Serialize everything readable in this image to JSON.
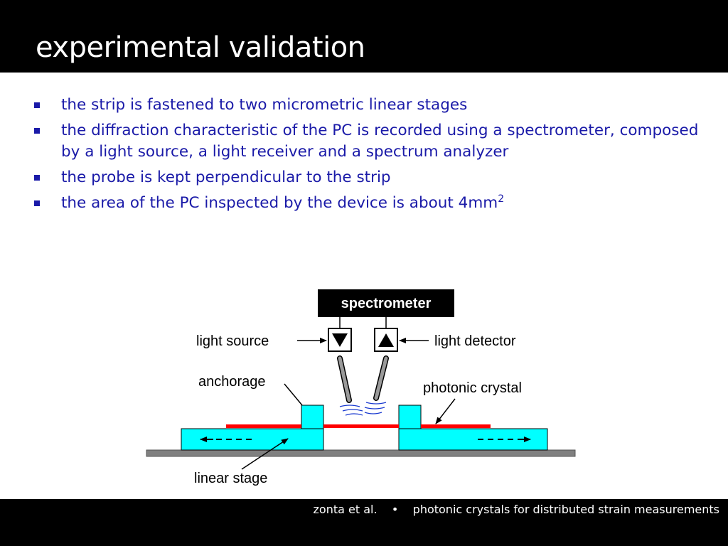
{
  "slide": {
    "title": "experimental validation",
    "bullets": [
      "the strip is fastened to two micrometric linear stages",
      "the diffraction characteristic of the PC is recorded using a spectrometer, composed by a light source, a light receiver and a spectrum analyzer",
      "the probe is kept perpendicular to the strip",
      "the area of the PC inspected by the device is about 4mm"
    ],
    "bullet4_superscript": "2"
  },
  "diagram": {
    "spectrometer_label": "spectrometer",
    "light_source_label": "light source",
    "light_detector_label": "light detector",
    "anchorage_label": "anchorage",
    "photonic_crystal_label": "photonic crystal",
    "linear_stage_label": "linear stage",
    "colors": {
      "stage": "#00ffff",
      "strip": "#ff0000",
      "base": "#808080",
      "box": "#000000"
    }
  },
  "footer": {
    "author": "zonta et al.",
    "separator": "•",
    "topic": "photonic crystals for distributed strain measurements"
  }
}
